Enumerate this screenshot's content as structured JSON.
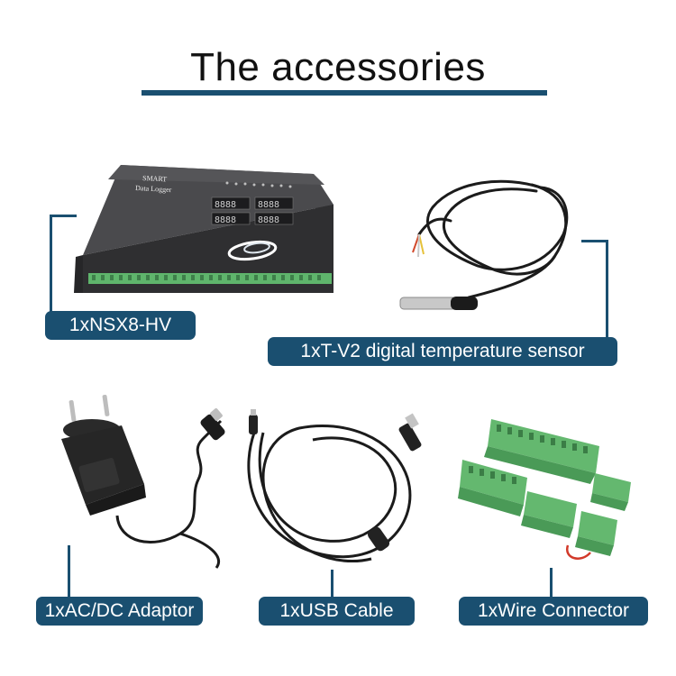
{
  "title": "The accessories",
  "colors": {
    "accent": "#1a4f70",
    "device_body": "#3c3c3e",
    "terminal_green": "#5fb56c"
  },
  "items": [
    {
      "id": "logger",
      "label": "1xNSX8-HV",
      "panel_text": [
        "SMART",
        "Data Logger"
      ]
    },
    {
      "id": "sensor",
      "label": "1xT-V2 digital temperature sensor"
    },
    {
      "id": "adaptor",
      "label": "1xAC/DC Adaptor"
    },
    {
      "id": "usb",
      "label": "1xUSB Cable"
    },
    {
      "id": "connector",
      "label": "1xWire Connector"
    }
  ]
}
